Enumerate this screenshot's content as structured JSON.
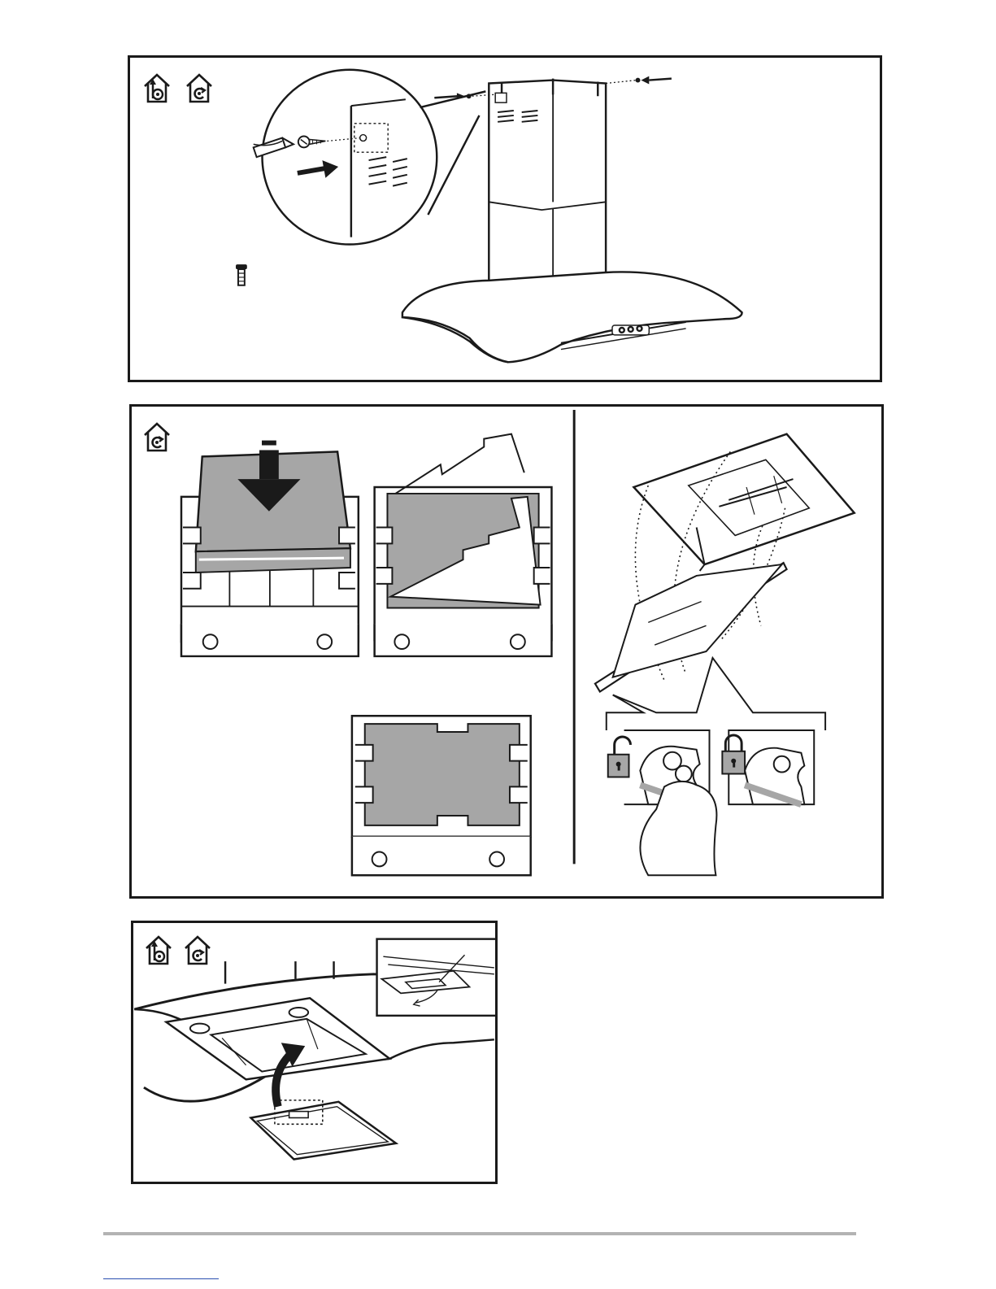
{
  "page": {
    "background": "#ffffff",
    "ink_color": "#1a1a1a",
    "filter_fill": "#a6a6a6",
    "footer_rule_color": "#b3b3b3",
    "footer_link_color": "#2a4fb0"
  },
  "panels": [
    {
      "name": "chimney-installation-panel",
      "mode_icons": [
        "ducted-extraction-icon",
        "recirculation-icon"
      ]
    },
    {
      "name": "charcoal-filter-panel",
      "mode_icons": [
        "recirculation-icon"
      ]
    },
    {
      "name": "grease-filter-panel",
      "mode_icons": [
        "ducted-extraction-icon",
        "recirculation-icon"
      ]
    }
  ],
  "icons": {
    "screw": "screw-icon",
    "screwdriver": "screwdriver-icon",
    "lock_open": "padlock-open-icon",
    "lock_closed": "padlock-closed-icon",
    "arrow": "arrow-icon"
  }
}
